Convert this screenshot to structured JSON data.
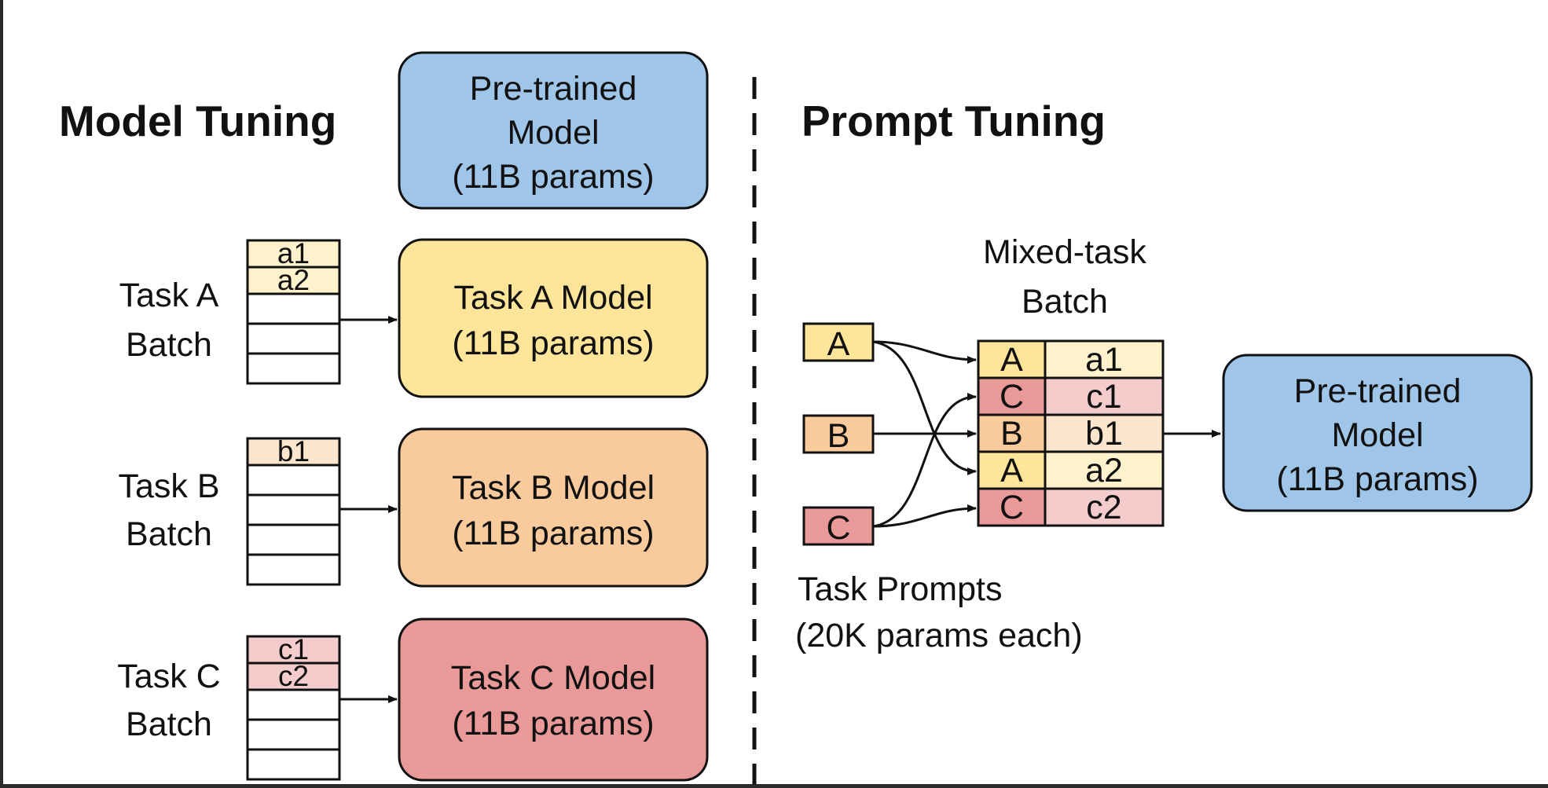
{
  "colors": {
    "background": "#ffffff",
    "frame": "#2b2b2b",
    "blue": "#9fc5e8",
    "yellow": "#ffe599",
    "orange": "#f9cb9c",
    "red": "#ea9999",
    "yellow_light": "#fff2cc",
    "orange_light": "#fce5cd",
    "red_light": "#f4cccc",
    "ink": "#111111"
  },
  "model_tuning": {
    "heading": "Model Tuning",
    "pretrained_box": [
      "Pre-trained",
      "Model",
      "(11B params)"
    ],
    "tasks": [
      {
        "label": [
          "Task A",
          "Batch"
        ],
        "model": [
          "Task A Model",
          "(11B params)"
        ],
        "batch_items": [
          "a1",
          "a2"
        ],
        "empty_rows": 3,
        "color": "yellow",
        "light": "yellow_light"
      },
      {
        "label": [
          "Task B",
          "Batch"
        ],
        "model": [
          "Task B Model",
          "(11B params)"
        ],
        "batch_items": [
          "b1"
        ],
        "empty_rows": 4,
        "color": "orange",
        "light": "orange_light"
      },
      {
        "label": [
          "Task C",
          "Batch"
        ],
        "model": [
          "Task C Model",
          "(11B params)"
        ],
        "batch_items": [
          "c1",
          "c2"
        ],
        "empty_rows": 3,
        "color": "red",
        "light": "red_light"
      }
    ]
  },
  "prompt_tuning": {
    "heading": "Prompt Tuning",
    "mixed_batch_label": [
      "Mixed-task",
      "Batch"
    ],
    "prompts": [
      {
        "letter": "A",
        "color": "yellow"
      },
      {
        "letter": "B",
        "color": "orange"
      },
      {
        "letter": "C",
        "color": "red"
      }
    ],
    "mixed_batch_rows": [
      {
        "prompt": "A",
        "example": "a1",
        "color": "yellow",
        "light": "yellow_light"
      },
      {
        "prompt": "C",
        "example": "c1",
        "color": "red",
        "light": "red_light"
      },
      {
        "prompt": "B",
        "example": "b1",
        "color": "orange",
        "light": "orange_light"
      },
      {
        "prompt": "A",
        "example": "a2",
        "color": "yellow",
        "light": "yellow_light"
      },
      {
        "prompt": "C",
        "example": "c2",
        "color": "red",
        "light": "red_light"
      }
    ],
    "task_prompts_label": [
      "Task Prompts",
      "(20K params each)"
    ],
    "pretrained_box": [
      "Pre-trained",
      "Model",
      "(11B params)"
    ]
  }
}
